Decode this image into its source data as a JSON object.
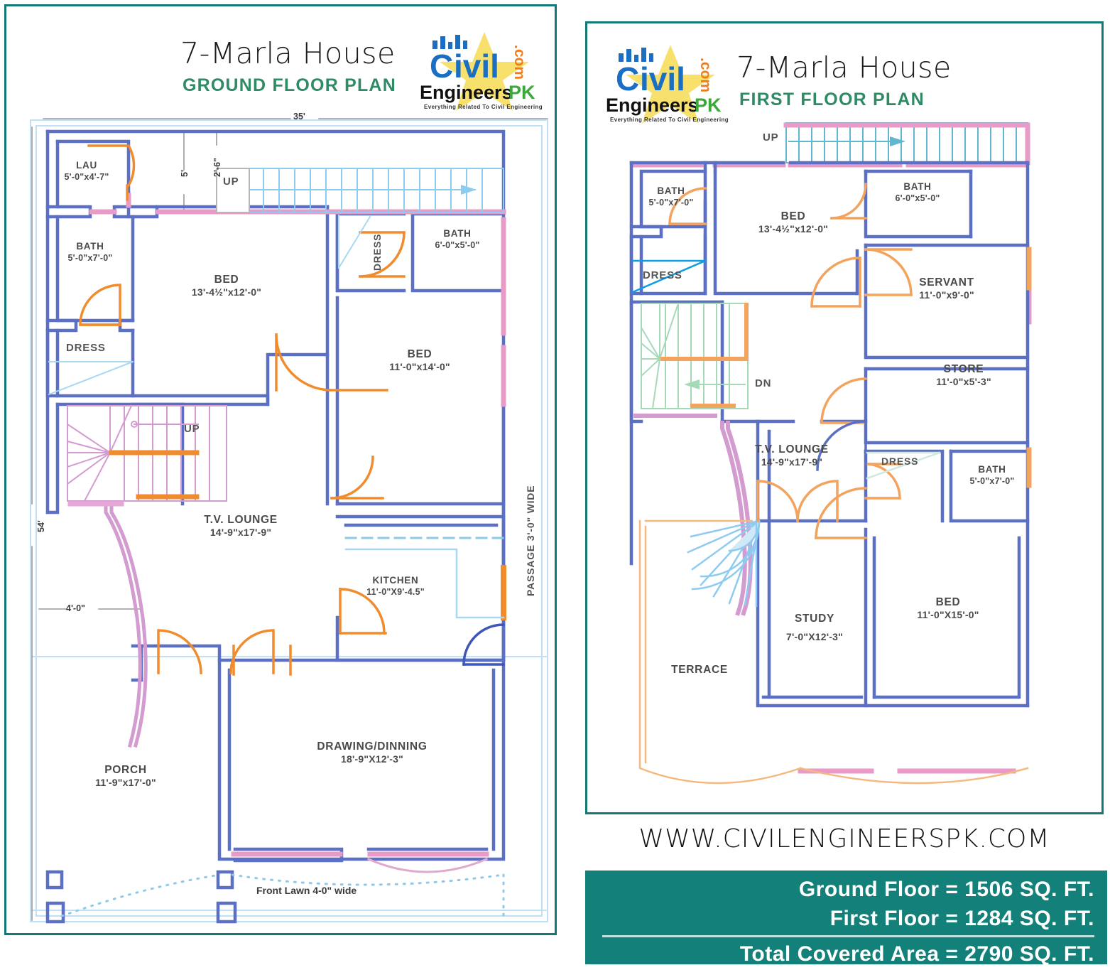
{
  "brand": {
    "name_civil": "Civil",
    "name_com": ".com",
    "name_engineers": "Engineers",
    "name_pk": "PK",
    "tagline": "Everything Related To Civil Engineering",
    "colors": {
      "blue": "#1a6fc4",
      "orange": "#f07d1a",
      "green": "#3aa93a",
      "yellow": "#f4d03f",
      "teal": "#117a74"
    }
  },
  "site_url": "WWW.CIVILENGINEERSPK.COM",
  "ground": {
    "title": "7-Marla House",
    "subtitle": "GROUND FLOOR PLAN",
    "dims": {
      "width_top": "35'",
      "height_left": "54'",
      "d_2_6": "2'-6\"",
      "d_5": "5'",
      "d_4_0": "4'-0\"",
      "passage": "PASSAGE 3'-0\" WIDE",
      "front_lawn": "Front Lawn 4-0\" wide"
    },
    "tags": {
      "up": "UP",
      "dress_left": "DRESS",
      "dress_mid": "DRESS"
    },
    "rooms": [
      {
        "name": "LAU",
        "dim": "5'-0\"x4'-7\""
      },
      {
        "name": "BATH",
        "dim": "5'-0\"x7'-0\""
      },
      {
        "name": "BED",
        "dim": "13'-4½\"x12'-0\""
      },
      {
        "name": "BATH",
        "dim": "6'-0\"x5'-0\""
      },
      {
        "name": "BED",
        "dim": "11'-0\"x14'-0\""
      },
      {
        "name": "T.V. LOUNGE",
        "dim": "14'-9\"x17'-9\""
      },
      {
        "name": "KITCHEN",
        "dim": "11'-0\"X9'-4.5\""
      },
      {
        "name": "DRAWING/DINNING",
        "dim": "18'-9\"X12'-3\""
      },
      {
        "name": "PORCH",
        "dim": "11'-9\"x17'-0\""
      }
    ]
  },
  "first": {
    "title": "7-Marla House",
    "subtitle": "FIRST FLOOR PLAN",
    "tags": {
      "up": "UP",
      "dn": "DN",
      "dress_left": "DRESS",
      "dress_right": "DRESS"
    },
    "rooms": [
      {
        "name": "BATH",
        "dim": "5'-0\"x7'-0\""
      },
      {
        "name": "BED",
        "dim": "13'-4½\"x12'-0\""
      },
      {
        "name": "BATH",
        "dim": "6'-0\"x5'-0\""
      },
      {
        "name": "SERVANT",
        "dim": "11'-0\"x9'-0\""
      },
      {
        "name": "STORE",
        "dim": "11'-0\"x5'-3\""
      },
      {
        "name": "BATH",
        "dim": "5'-0\"x7'-0\""
      },
      {
        "name": "T.V. LOUNGE",
        "dim": "14'-9\"x17'-9\""
      },
      {
        "name": "STUDY",
        "dim": "7'-0\"X12'-3\""
      },
      {
        "name": "BED",
        "dim": "11'-0\"X15'-0\""
      },
      {
        "name": "TERRACE",
        "dim": ""
      }
    ]
  },
  "areas": {
    "ground_floor": "Ground Floor = 1506 SQ. FT.",
    "first_floor": "First Floor = 1284 SQ. FT.",
    "total": "Total Covered Area = 2790 SQ. FT."
  }
}
